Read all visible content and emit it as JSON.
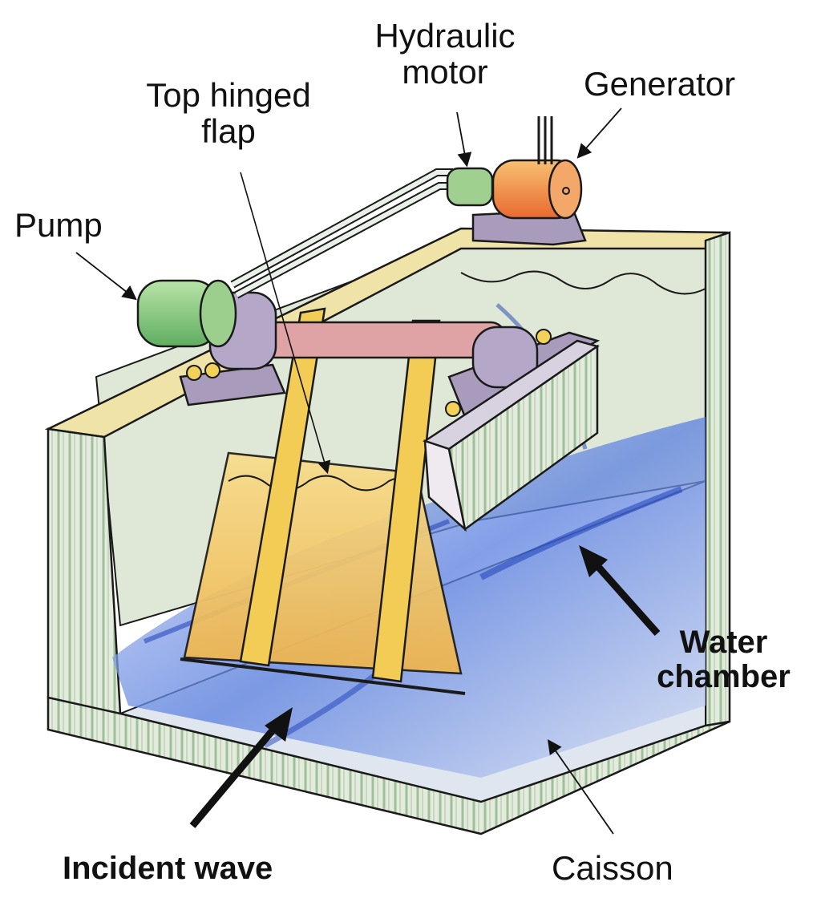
{
  "labels": {
    "hydraulic_motor_l1": "Hydraulic",
    "hydraulic_motor_l2": "motor",
    "generator": "Generator",
    "top_hinged_flap_l1": "Top hinged",
    "top_hinged_flap_l2": "flap",
    "pump": "Pump",
    "water_chamber_l1": "Water",
    "water_chamber_l2": "chamber",
    "incident_wave": "Incident wave",
    "caisson": "Caisson"
  },
  "colors": {
    "caisson_wall": "#dfe8d8",
    "caisson_stripe": "#9fbf9a",
    "water": "#2f58d0",
    "water_light": "#c9d4ef",
    "flap": "#f3c85a",
    "flap_frame": "#e9c13d",
    "bearing": "#a99ab8",
    "shaft": "#d99a9a",
    "pump_body": "#7fc77a",
    "generator_body": "#f08a3a",
    "outline": "#1a1a1a"
  }
}
